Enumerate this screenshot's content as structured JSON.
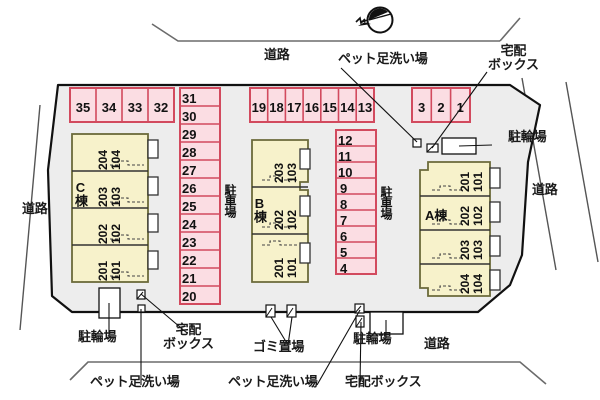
{
  "meta": {
    "title": "敷地配置図",
    "compass_icon": "north-arrow-icon"
  },
  "colors": {
    "site_fill": "#ededed",
    "site_stroke": "#111111",
    "parking_fill": "#fbdde3",
    "parking_stroke": "#d24a5e",
    "building_fill": "#f7f2cb",
    "building_stroke": "#6b6a3a",
    "road_line": "#6b6b6b",
    "text": "#1a1a1a"
  },
  "roads": [
    {
      "id": "road-top",
      "label": "道路"
    },
    {
      "id": "road-left",
      "label": "道路"
    },
    {
      "id": "road-right",
      "label": "道路"
    },
    {
      "id": "road-bottom",
      "label": "道路"
    }
  ],
  "annotations": [
    {
      "id": "pet-wash-top",
      "label": "ペット足洗い場"
    },
    {
      "id": "delivery-box-top",
      "label_line1": "宅配",
      "label_line2": "ボックス"
    },
    {
      "id": "bicycle-right",
      "label": "駐輪場"
    },
    {
      "id": "bicycle-bottom-left",
      "label": "駐輪場"
    },
    {
      "id": "delivery-box-bottom-left",
      "label_line1": "宅配",
      "label_line2": "ボックス"
    },
    {
      "id": "trash-area",
      "label": "ゴミ置場"
    },
    {
      "id": "bicycle-bottom-right",
      "label": "駐輪場"
    },
    {
      "id": "pet-wash-bottom-left",
      "label": "ペット足洗い場"
    },
    {
      "id": "pet-wash-bottom-mid",
      "label": "ペット足洗い場"
    },
    {
      "id": "delivery-box-bottom-right",
      "label": "宅配ボックス"
    }
  ],
  "parking_label": "駐車場",
  "parking_groups": [
    {
      "id": "parking-row-top-left",
      "orientation": "horizontal",
      "stalls": [
        "35",
        "34",
        "33",
        "32"
      ]
    },
    {
      "id": "parking-row-top-mid",
      "orientation": "horizontal",
      "stalls": [
        "19",
        "18",
        "17",
        "16",
        "15",
        "14",
        "13"
      ]
    },
    {
      "id": "parking-row-top-right",
      "orientation": "horizontal",
      "stalls": [
        "3",
        "2",
        "1"
      ]
    },
    {
      "id": "parking-col-left",
      "orientation": "vertical",
      "label": "駐車場",
      "stalls": [
        "31",
        "30",
        "29",
        "28",
        "27",
        "26",
        "25",
        "24",
        "23",
        "22",
        "21",
        "20"
      ]
    },
    {
      "id": "parking-col-mid",
      "orientation": "vertical",
      "label": "駐車場",
      "stalls": [
        "12",
        "11",
        "10",
        "9",
        "8",
        "7",
        "6",
        "5",
        "4"
      ]
    }
  ],
  "buildings": [
    {
      "id": "building-c",
      "name": "C棟",
      "units": [
        {
          "upper": "204",
          "lower": "104"
        },
        {
          "upper": "203",
          "lower": "103"
        },
        {
          "upper": "202",
          "lower": "102"
        },
        {
          "upper": "201",
          "lower": "101"
        }
      ]
    },
    {
      "id": "building-b",
      "name": "B棟",
      "units": [
        {
          "upper": "203",
          "lower": "103"
        },
        {
          "upper": "202",
          "lower": "102"
        },
        {
          "upper": "201",
          "lower": "101"
        }
      ]
    },
    {
      "id": "building-a",
      "name": "A棟",
      "units": [
        {
          "upper": "201",
          "lower": "101"
        },
        {
          "upper": "202",
          "lower": "102"
        },
        {
          "upper": "203",
          "lower": "103"
        },
        {
          "upper": "204",
          "lower": "104"
        }
      ]
    }
  ]
}
